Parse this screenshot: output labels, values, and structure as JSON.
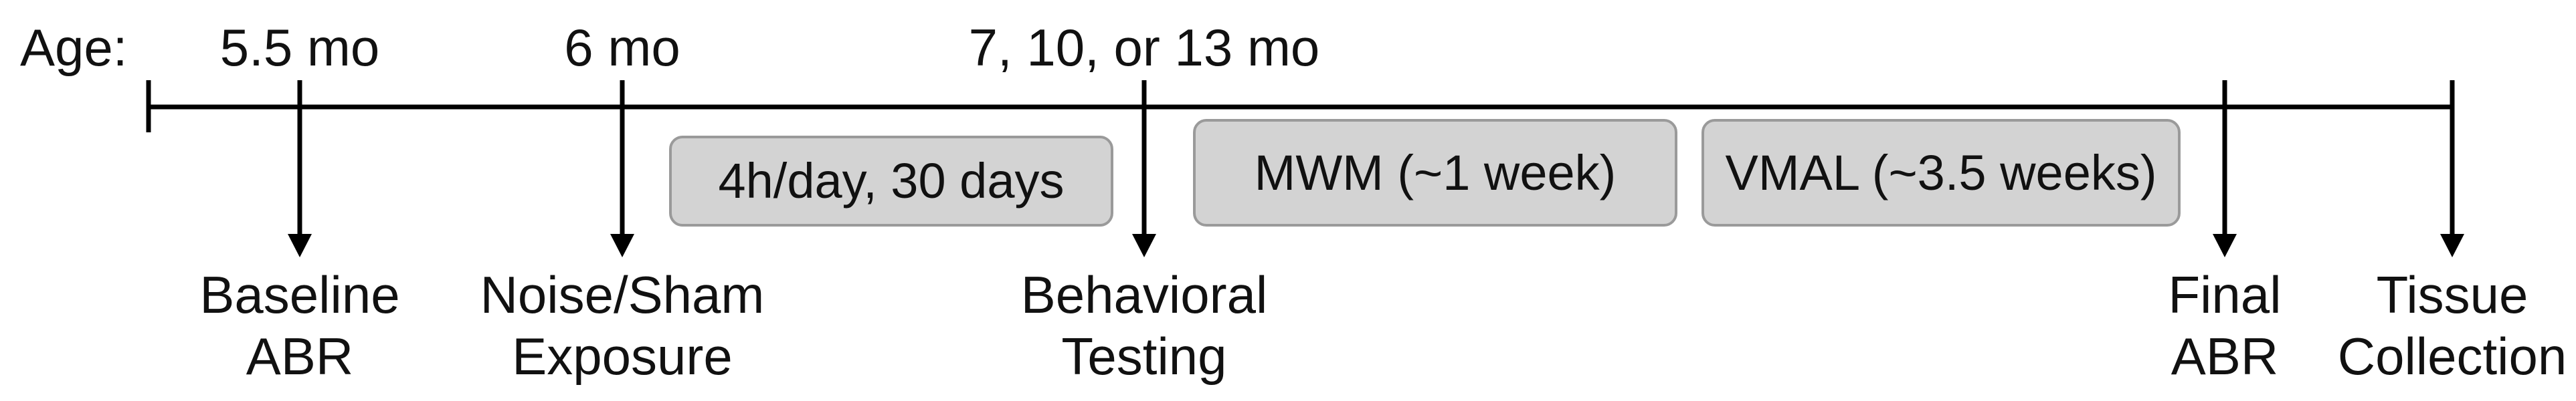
{
  "age_label": "Age:",
  "colors": {
    "line": "#000000",
    "box_fill": "#d3d3d3",
    "box_stroke": "#9a9a9a",
    "text": "#111111"
  },
  "ages": {
    "baseline": "5.5 mo",
    "exposure": "6 mo",
    "testing": "7, 10, or 13 mo"
  },
  "periods": {
    "exposure": "4h/day, 30 days",
    "mwm": "MWM (~1 week)",
    "vmal": "VMAL (~3.5 weeks)"
  },
  "events": {
    "baseline": {
      "line1": "Baseline",
      "line2": "ABR"
    },
    "exposure": {
      "line1": "Noise/Sham",
      "line2": "Exposure"
    },
    "testing": {
      "line1": "Behavioral",
      "line2": "Testing"
    },
    "final": {
      "line1": "Final",
      "line2": "ABR"
    },
    "tissue": {
      "line1": "Tissue",
      "line2": "Collection"
    }
  }
}
